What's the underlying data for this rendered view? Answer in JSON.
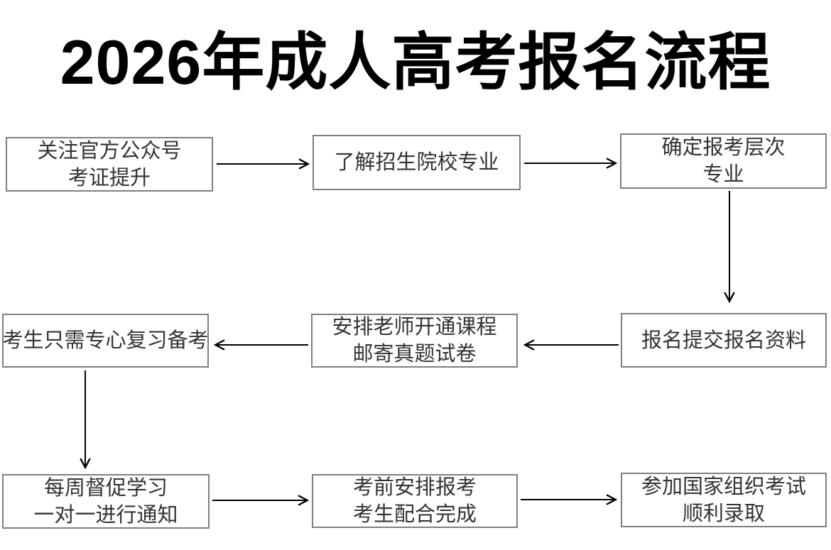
{
  "title": {
    "text": "2026年成人高考报名流程"
  },
  "colors": {
    "box_border": "#7f7f7f",
    "box_text": "#333333",
    "arrow": "#000000",
    "title": "#000000",
    "background": "#ffffff"
  },
  "steps": [
    {
      "line1": "关注官方公众号",
      "line2": "考证提升"
    },
    {
      "line1": "了解招生院校专业"
    },
    {
      "line1": "确定报考层次",
      "line2": "专业"
    },
    {
      "line1": "报名提交报名资料"
    },
    {
      "line1": "安排老师开通课程",
      "line2": "邮寄真题试卷"
    },
    {
      "line1": "考生只需专心复习备考"
    },
    {
      "line1": "每周督促学习",
      "line2": "一对一进行通知"
    },
    {
      "line1": "考前安排报考",
      "line2": "考生配合完成"
    },
    {
      "line1": "参加国家组织考试",
      "line2": "顺利录取"
    }
  ]
}
